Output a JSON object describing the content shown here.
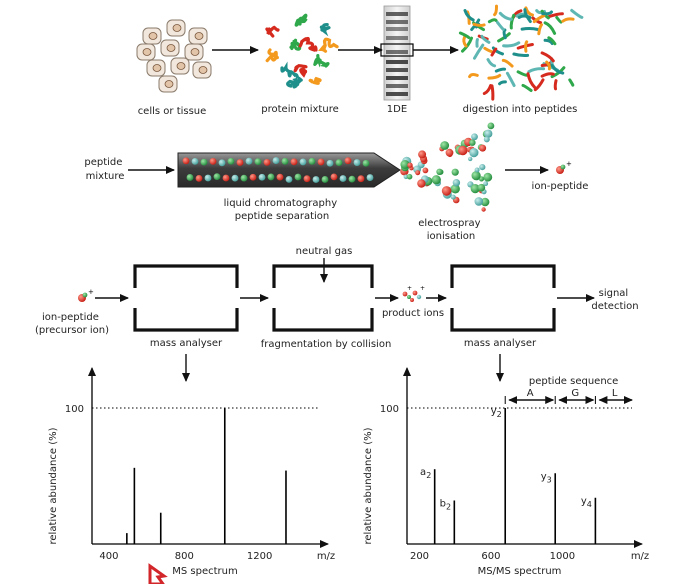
{
  "workflow": {
    "step1": "cells or tissue",
    "step2": "protein mixture",
    "step3": "1DE",
    "step4": "digestion into peptides",
    "peptide_mixture": "peptide\nmixture",
    "lc": "liquid chromatography\npeptide separation",
    "esi": "electrospray\nionisation",
    "ion_peptide": "ion-peptide",
    "neutral_gas": "neutral gas",
    "precursor": "ion-peptide\n(precursor ion)",
    "mass_analyser_1": "mass analyser",
    "fragmentation": "fragmentation by collision",
    "product_ions": "product ions",
    "mass_analyser_2": "mass analyser",
    "signal_detection": "signal\ndetection"
  },
  "chart_data": [
    {
      "type": "bar",
      "title": "MS spectrum",
      "xlabel": "m/z",
      "ylabel": "relative abundance (%)",
      "xlim": [
        310,
        1510
      ],
      "ylim": [
        0,
        100
      ],
      "xticks": [
        400,
        800,
        1200
      ],
      "yticks": [
        100
      ],
      "peaks": [
        {
          "x": 495,
          "y": 8
        },
        {
          "x": 535,
          "y": 56
        },
        {
          "x": 675,
          "y": 23
        },
        {
          "x": 1015,
          "y": 100
        },
        {
          "x": 1340,
          "y": 54
        }
      ]
    },
    {
      "type": "bar",
      "title": "MS/MS spectrum",
      "xlabel": "m/z",
      "ylabel": "relative abundance (%)",
      "xlim": [
        130,
        1390
      ],
      "ylim": [
        0,
        100
      ],
      "xticks": [
        200,
        600,
        1000
      ],
      "yticks": [
        100
      ],
      "sequence_label": "peptide sequence",
      "sequence": [
        "A",
        "G",
        "L"
      ],
      "peaks": [
        {
          "x": 285,
          "y": 55,
          "label": "a",
          "sub": "2"
        },
        {
          "x": 395,
          "y": 32,
          "label": "b",
          "sub": "2"
        },
        {
          "x": 680,
          "y": 100,
          "label": "y",
          "sub": "2"
        },
        {
          "x": 960,
          "y": 52,
          "label": "y",
          "sub": "3"
        },
        {
          "x": 1185,
          "y": 34,
          "label": "y",
          "sub": "4"
        }
      ]
    }
  ],
  "colors": {
    "red": "#d62a1e",
    "green": "#2ea84a",
    "teal": "#5fb7b4",
    "orange": "#f39a1e",
    "lc_tube": "#555555"
  }
}
